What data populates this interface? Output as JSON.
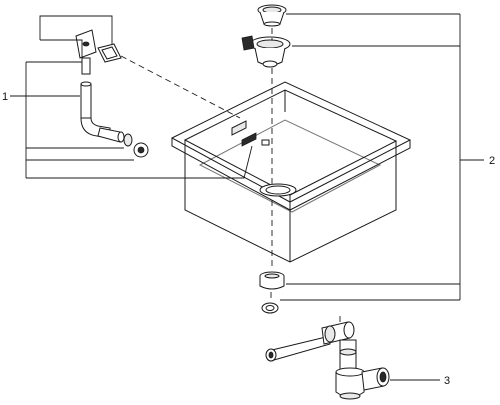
{
  "callouts": [
    {
      "label": "1",
      "part": "overflow-kit"
    },
    {
      "label": "2",
      "part": "strainer-waste-kit"
    },
    {
      "label": "3",
      "part": "siphon-trap"
    }
  ],
  "colors": {
    "line": "#1a1a1a",
    "background": "#ffffff",
    "shade": "#e9e9e9"
  }
}
